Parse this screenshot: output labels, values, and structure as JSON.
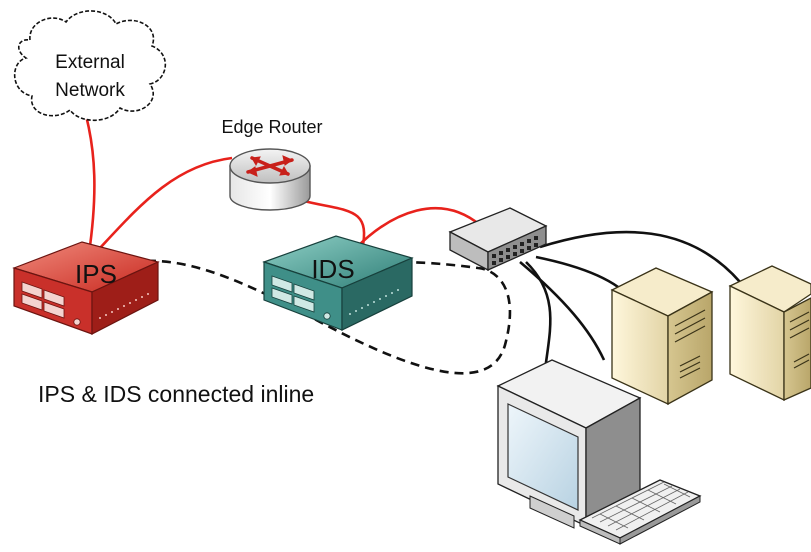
{
  "cloud": {
    "line1": "External",
    "line2": "Network"
  },
  "router": {
    "label": "Edge Router"
  },
  "ips": {
    "label": "IPS"
  },
  "ids": {
    "label": "IDS"
  },
  "caption": "IPS & IDS connected inline",
  "colors": {
    "red_link": "#e8221c",
    "black_link": "#111111",
    "dashed_link": "#111111",
    "ips_body": "#d9362c",
    "ids_body": "#3f8f88",
    "server_beige": "#ece0b8",
    "router_gray": "#d9d9d9"
  },
  "icons": [
    "cloud-icon",
    "router-icon",
    "ips-appliance-icon",
    "ids-appliance-icon",
    "switch-icon",
    "server-icon",
    "server-icon",
    "monitor-icon",
    "keyboard-icon"
  ]
}
